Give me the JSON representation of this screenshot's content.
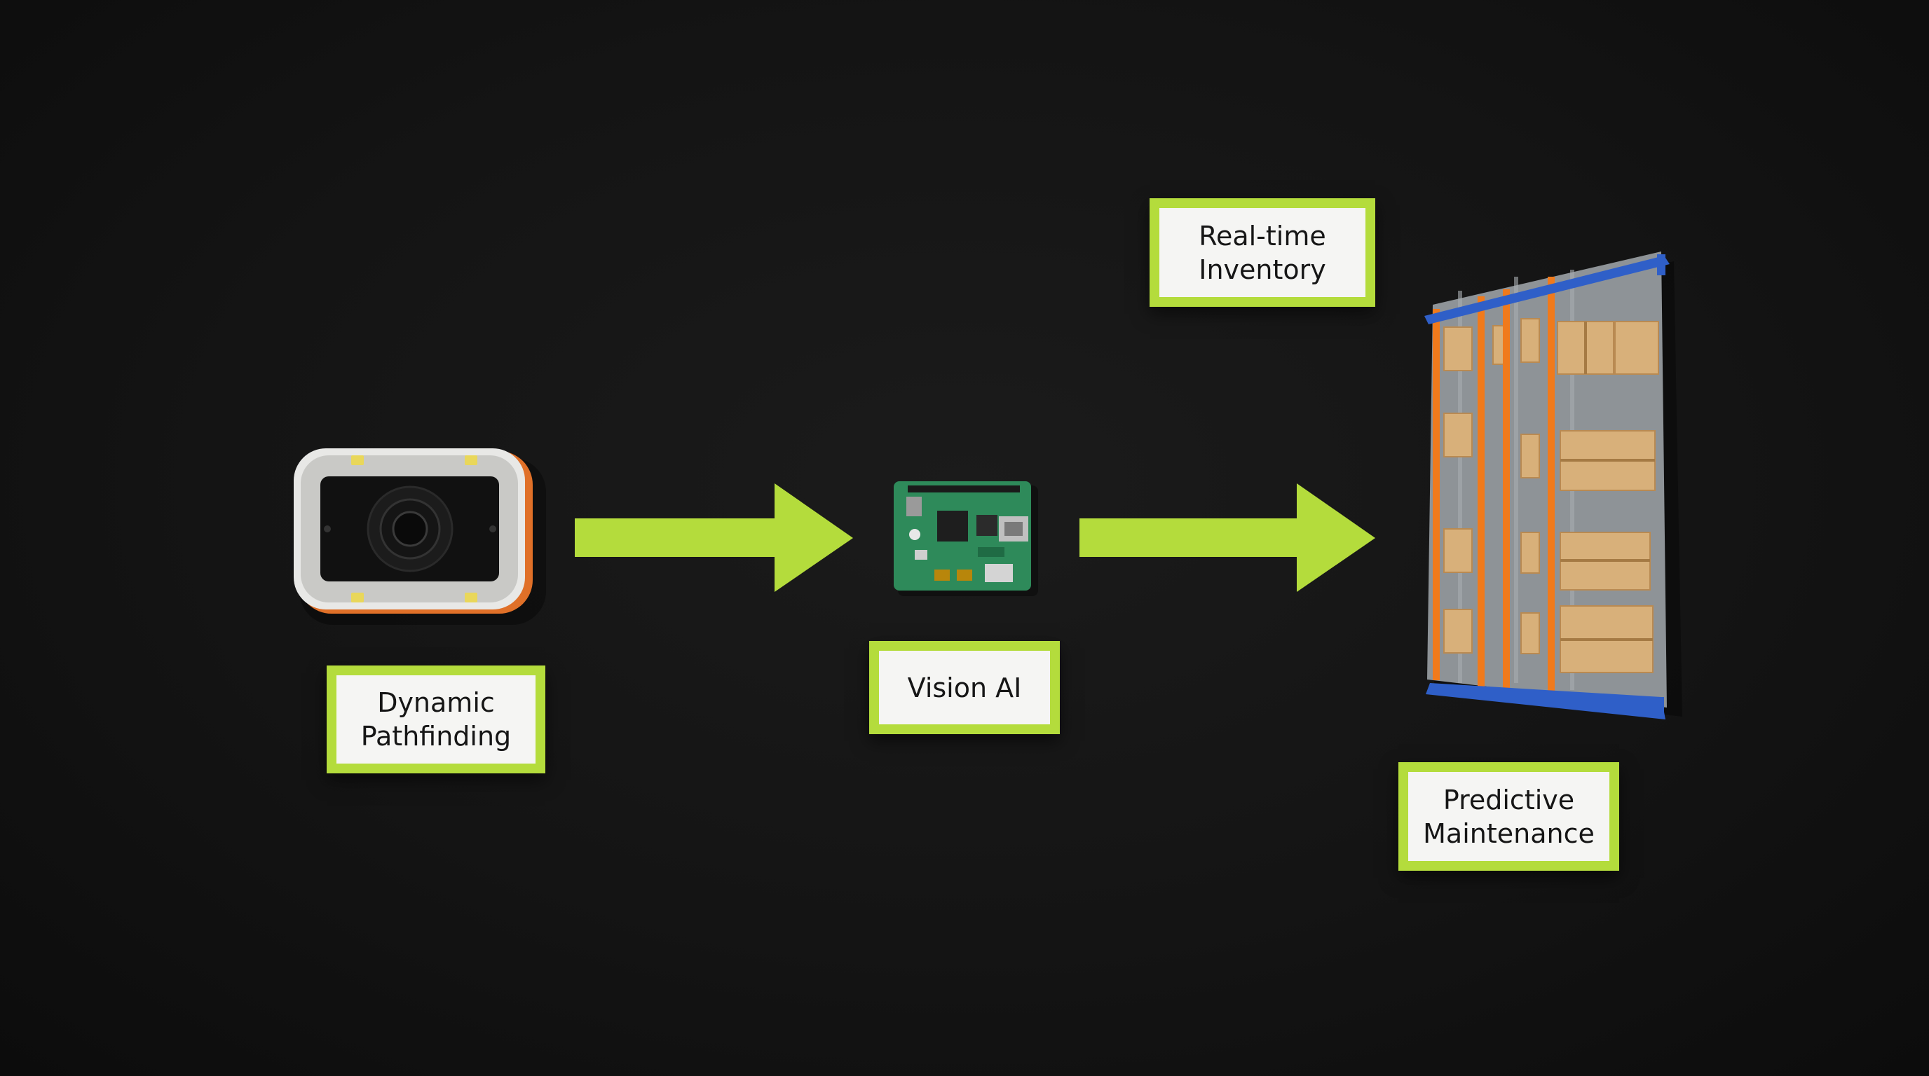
{
  "diagram": {
    "nodes": {
      "robot": {
        "icon": "robot-camera-icon",
        "label_lines": [
          "Dynamic",
          "Pathfinding"
        ]
      },
      "board": {
        "icon": "circuit-board-icon",
        "label_lines": [
          "Vision AI"
        ]
      },
      "rack": {
        "icon": "warehouse-rack-icon",
        "label_top_lines": [
          "Real-time",
          "Inventory"
        ],
        "label_bottom_lines": [
          "Predictive",
          "Maintenance"
        ]
      }
    },
    "edges": [
      {
        "from": "robot",
        "to": "board"
      },
      {
        "from": "board",
        "to": "rack"
      }
    ],
    "colors": {
      "accent": "#b4dc3c",
      "label_bg": "#f5f5f3",
      "background": "#141414",
      "rack_frame": "#2f5fc8",
      "rack_post": "#f07a1c",
      "board_green": "#2e8a5a",
      "box": "#d8b07a"
    }
  }
}
